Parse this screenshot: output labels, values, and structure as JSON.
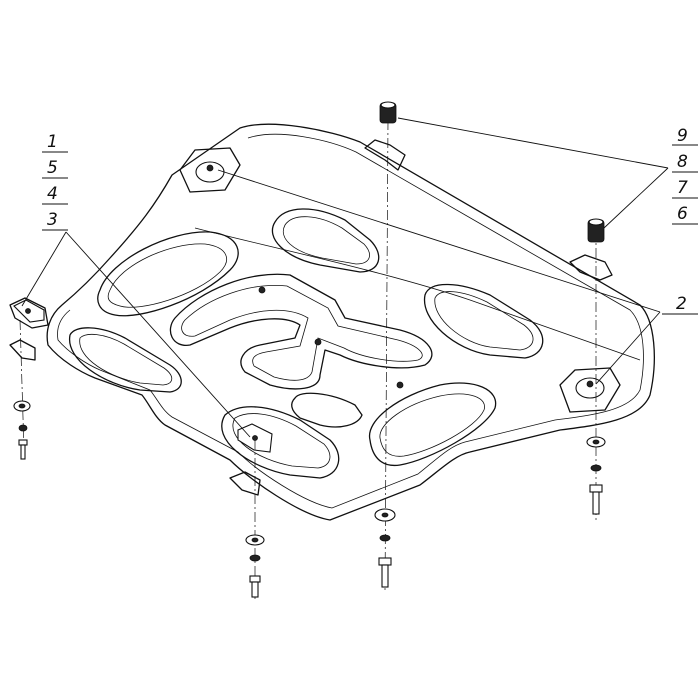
{
  "callouts": {
    "left": [
      "1",
      "5",
      "4",
      "3"
    ],
    "right_top": [
      "9",
      "8",
      "7",
      "6"
    ],
    "right_mid": "2"
  }
}
